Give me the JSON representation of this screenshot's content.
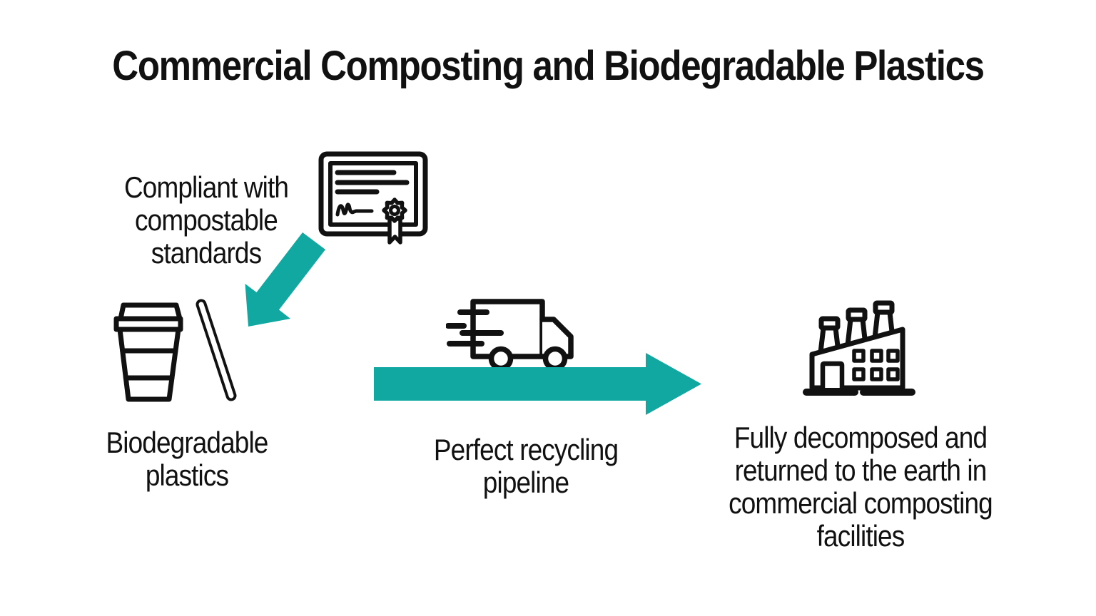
{
  "title": "Commercial Composting and Biodegradable Plastics",
  "colors": {
    "accent": "#10A8A0",
    "ink": "#111111",
    "background": "#FFFFFF"
  },
  "flow": {
    "standards": {
      "label": "Compliant with\ncompostable\nstandards",
      "icon": "certificate-icon"
    },
    "source": {
      "label": "Biodegradable\nplastics",
      "icon": "cup-and-straw-icon"
    },
    "transport": {
      "label": "Perfect recycling\npipeline",
      "icon": "delivery-truck-icon"
    },
    "destination": {
      "label": "Fully decomposed and\nreturned to the earth in\ncommercial composting\nfacilities",
      "icon": "factory-icon"
    }
  },
  "connectors": [
    {
      "name": "standards-to-plastics-arrow",
      "direction": "down-left"
    },
    {
      "name": "recycling-pipeline-arrow",
      "direction": "right"
    }
  ]
}
